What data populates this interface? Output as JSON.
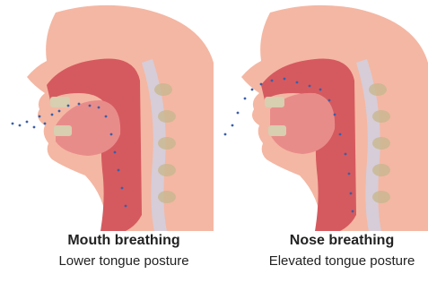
{
  "panels": [
    {
      "title": "Mouth breathing",
      "subtitle": "Lower tongue posture"
    },
    {
      "title": "Nose breathing",
      "subtitle": "Elevated tongue posture"
    }
  ],
  "colors": {
    "skin": "#f4b7a3",
    "airway": "#d55a5f",
    "tongue": "#e88c8a",
    "spine": "#d6cdd8",
    "teeth": "#d8ceb0",
    "air_dots": "#3a5fa8"
  }
}
